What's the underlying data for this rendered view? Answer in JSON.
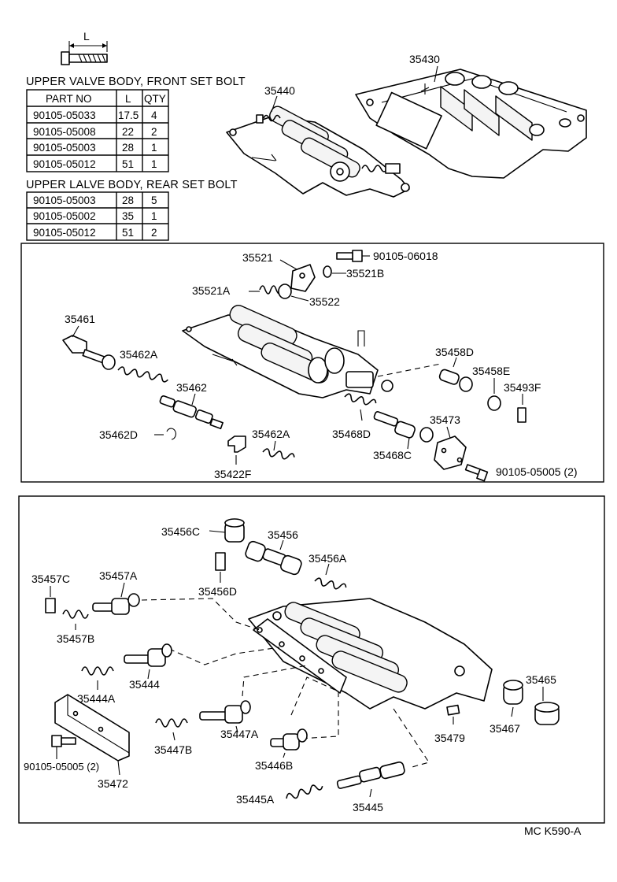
{
  "bolt_dimension_label": "L",
  "front_set_bolt": {
    "title": "UPPER VALVE BODY, FRONT SET BOLT",
    "headers": [
      "PART NO",
      "L",
      "QTY"
    ],
    "rows": [
      [
        "90105-05033",
        "17.5",
        "4"
      ],
      [
        "90105-05008",
        "22",
        "2"
      ],
      [
        "90105-05003",
        "28",
        "1"
      ],
      [
        "90105-05012",
        "51",
        "1"
      ]
    ]
  },
  "rear_set_bolt": {
    "title": "UPPER LALVE BODY, REAR SET BOLT",
    "rows": [
      [
        "90105-05003",
        "28",
        "5"
      ],
      [
        "90105-05002",
        "35",
        "1"
      ],
      [
        "90105-05012",
        "51",
        "2"
      ]
    ]
  },
  "top_parts": {
    "p35430": "35430",
    "p35440": "35440"
  },
  "middle_box": {
    "p35521": "35521",
    "p90105_06018": "90105-06018",
    "p35521B": "35521B",
    "p35521A": "35521A",
    "p35522": "35522",
    "p35461": "35461",
    "p35462A_top": "35462A",
    "p35462": "35462",
    "p35462D": "35462D",
    "p35422F": "35422F",
    "p35462A_bottom": "35462A",
    "p35458D": "35458D",
    "p35458E": "35458E",
    "p35493F": "35493F",
    "p35468D": "35468D",
    "p35473": "35473",
    "p35468C": "35468C",
    "p90105_05005": "90105-05005 (2)"
  },
  "lower_box": {
    "p35456C": "35456C",
    "p35456": "35456",
    "p35456A": "35456A",
    "p35456D": "35456D",
    "p35457C": "35457C",
    "p35457A": "35457A",
    "p35457B": "35457B",
    "p35444": "35444",
    "p35444A": "35444A",
    "p35447A": "35447A",
    "p35447B": "35447B",
    "p35446B": "35446B",
    "p90105_05005": "90105-05005 (2)",
    "p35472": "35472",
    "p35445A": "35445A",
    "p35445": "35445",
    "p35479": "35479",
    "p35467": "35467",
    "p35465": "35465"
  },
  "diagram_code": "MC K590-A"
}
